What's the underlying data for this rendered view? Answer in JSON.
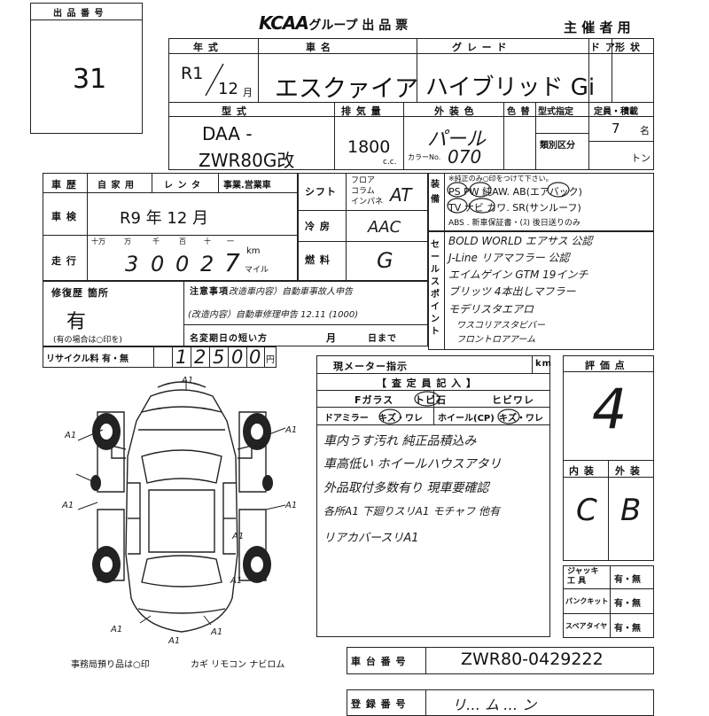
{
  "header": {
    "lot_label": "出 品 番 号",
    "lot_number": "31",
    "brand": "KCAA",
    "form_title": ".グループ 出 品 票",
    "organizer": "主 催 者 用"
  },
  "row1": {
    "year_label": "年 式",
    "car_name_label": "車 名",
    "grade_label": "グ レ ー ド",
    "doors_label": "ド ア",
    "shape_label": "形 状",
    "era": "R1",
    "month": "12",
    "month_unit": "月",
    "car_name": "エスクァイア",
    "grade": "ハイブリッド Gi"
  },
  "row2": {
    "model_label": "型 式",
    "disp_label": "排 気 量",
    "exterior_label": "外 装 色",
    "color_label": "色 替",
    "type_spec_label": "型式指定",
    "capacity_label": "定員・積載",
    "class_label": "類別区分",
    "model_line1": "DAA -",
    "model_line2": "ZWR80G改",
    "displacement": "1800",
    "cc_unit": "c.c.",
    "color_no_label": "カラーNo.",
    "exterior_color": "パール",
    "color_no": "070",
    "capacity": "7",
    "capacity_unit": "名",
    "ton_unit": "トン"
  },
  "history": {
    "label": "車 歴",
    "options": [
      "自 家 用",
      "レ ン タ",
      "事業.営業車"
    ],
    "inspection_label": "車 検",
    "inspection_value": "R9 年 12 月",
    "mileage_label": "走 行",
    "digit_labels": [
      "十万",
      "万",
      "千",
      "百",
      "十",
      "一"
    ],
    "mileage_digits": [
      "3",
      "0",
      "0",
      "2",
      "7"
    ],
    "km_label": "km",
    "mile_label": "マイル"
  },
  "drive": {
    "shift_label": "シフト",
    "shift_opts": [
      "フロア",
      "コラム",
      "インパネ"
    ],
    "shift_value": "AT",
    "ac_label": "冷 房",
    "ac_value": "AAC",
    "fuel_label": "燃 料",
    "fuel_value": "G"
  },
  "equipment": {
    "label": "装 備",
    "note": "※純正のみ○印をつけて下さい。",
    "line1": "PS PW 純AW. AB(エアバック)",
    "line2": "TV ナビ カワ. SR(サンルーフ)",
    "line3": "ABS . 新車保証書・(ｽ) 後日送りのみ"
  },
  "sales_point": {
    "label": "セールスポイント",
    "lines": [
      "BOLD WORLD エアサス 公認",
      "J-Line リアマフラー 公認",
      "エイムゲイン GTM 19インチ",
      "ブリッツ 4本出しマフラー",
      "モデリスタエアロ",
      "ワスコリアスタビバー",
      "フロントロアアーム"
    ]
  },
  "repair": {
    "label": "修復歴 箇所",
    "value": "有",
    "note": "(有の場合は○印を)",
    "caution_label": "注意事項",
    "caution_line1": "改造車内容）自動車事故人申告",
    "caution_line2": "(改造内容）自動車修理申告 12.11 (1000)",
    "name_change_label": "名変期日の短い方",
    "month_label": "月",
    "day_label": "日まで"
  },
  "recycle": {
    "label": "リサイクル料 有・無",
    "digits": [
      "1",
      "2",
      "5",
      "0",
      "0"
    ],
    "yen": "円"
  },
  "inspector": {
    "meter_label": "現メーター指示",
    "km": "km",
    "section_title": "【 査 定 員 記 入 】",
    "f_glass": "Fガラス",
    "chip": "トビ石",
    "crack": "ヒビワレ",
    "door_mirror": "ドアミラー",
    "scratch": "キズ・ワレ",
    "wheel": "ホイール(CP)",
    "scratch2": "キズ・ワレ",
    "notes": [
      "車内うす汚れ 純正品積込み",
      "車高低い ホイールハウスアタリ",
      "外品取付多数有り 現車要確認",
      "各所A1 下廻りスリA1 モチャフ 他有",
      "リアカバースリA1"
    ]
  },
  "score": {
    "label": "評 価 点",
    "value": "4",
    "interior_label": "内 装",
    "exterior_label": "外 装",
    "interior": "C",
    "exterior": "B"
  },
  "jack": {
    "jack_label": "ジャッキ 工 具",
    "puncture_label": "パンクキット",
    "spare_label": "スペアタイヤ",
    "yes_no": "有・無"
  },
  "diagram": {
    "marks": [
      "A1",
      "A1",
      "A1",
      "A1",
      "A1",
      "A1",
      "A1",
      "A1",
      "A1",
      "A1"
    ],
    "office_note": "事務局預り品は○印",
    "items": "カギ リモコン ナビロム"
  },
  "chassis": {
    "label": "車 台 番 号",
    "value": "ZWR80-0429222"
  },
  "registration": {
    "label": "登 録 番 号",
    "value": "リ… ム … ン"
  }
}
